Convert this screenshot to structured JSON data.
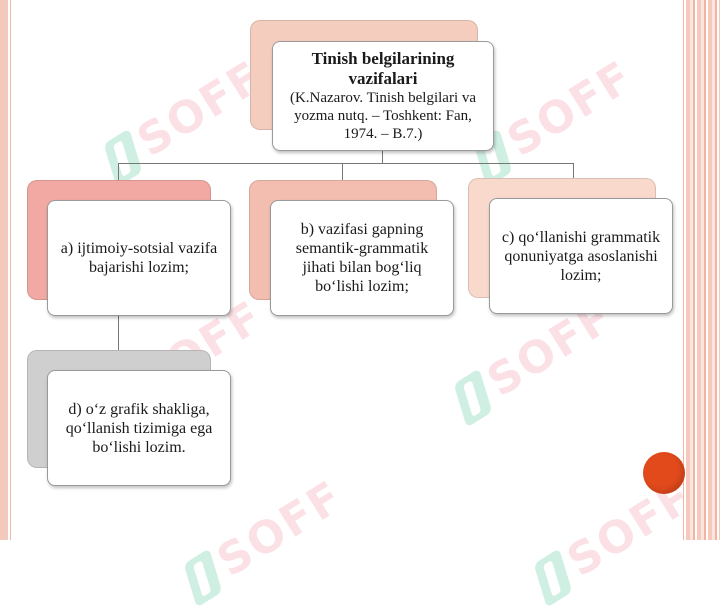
{
  "watermark": {
    "text": "SOFF"
  },
  "diagram": {
    "root": {
      "title": "Tinish belgilarining vazifalari",
      "source": "(K.Nazarov. Tinish belgilari va yozma nutq. – Toshkent: Fan, 1974.  –  B.7.)"
    },
    "children": [
      {
        "text": "a) ijtimoiy-sotsial vazifa bajarishi lozim;"
      },
      {
        "text": "b) vazifasi gapning semantik-grammatik jihati bilan bog‘liq bo‘lishi lozim;"
      },
      {
        "text": "c) qo‘llanishi grammatik qonuniyatga asoslanishi lozim;"
      }
    ],
    "grandchild": {
      "text": "d) o‘z grafik shakliga, qo‘llanish tizimiga ega bo‘lishi lozim."
    }
  },
  "colors": {
    "accent_dot": "#e24a1c",
    "back_a": "#f2a9a3",
    "back_b": "#f3bdb0",
    "back_c": "#f8d9cc",
    "back_d": "#cfcfcf",
    "back_root": "#f5cdbf"
  }
}
